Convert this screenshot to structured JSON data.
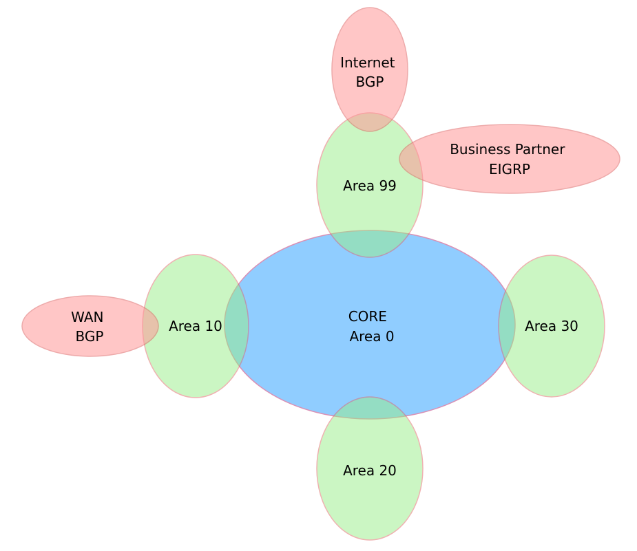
{
  "colors": {
    "external_fill": "#ff9999",
    "external_stroke": "#e06666",
    "area_fill": "#99ee88",
    "area_stroke": "#e06666",
    "core_fill": "#66bbff",
    "core_stroke": "#cc6699"
  },
  "regions": {
    "internet": {
      "lines": [
        "Internet",
        "BGP"
      ]
    },
    "partner": {
      "lines": [
        "Business Partner",
        "EIGRP"
      ]
    },
    "area99": {
      "lines": [
        "Area 99"
      ]
    },
    "core": {
      "lines": [
        "CORE",
        "Area 0"
      ]
    },
    "area10": {
      "lines": [
        "Area 10"
      ]
    },
    "wan": {
      "lines": [
        "WAN",
        "BGP"
      ]
    },
    "area30": {
      "lines": [
        "Area 30"
      ]
    },
    "area20": {
      "lines": [
        "Area 20"
      ]
    }
  }
}
